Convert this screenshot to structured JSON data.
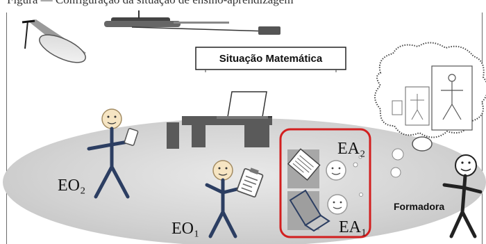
{
  "caption": "Figura — Configuração da situação de ensino-aprendizagem",
  "board": {
    "label": "Situação Matemática"
  },
  "people": {
    "eo2": {
      "label": "EO₂"
    },
    "eo1": {
      "label": "EO₁"
    },
    "ea2": {
      "label": "EA₂"
    },
    "ea1": {
      "label": "EA₁"
    },
    "formadora": {
      "label": "Formadora"
    }
  },
  "colors": {
    "figure": "#2c3e62",
    "face": "#f6e5c3",
    "face_stroke": "#a38c63",
    "floor": "#d4d4d4",
    "desk": "#595959",
    "highlight_border": "#d21f1f"
  },
  "icons": [
    "lamp-icon",
    "projector-icon",
    "tablet-icon",
    "clipboard-icon",
    "document-icon",
    "laptop-icon",
    "thought-cloud-icon"
  ]
}
